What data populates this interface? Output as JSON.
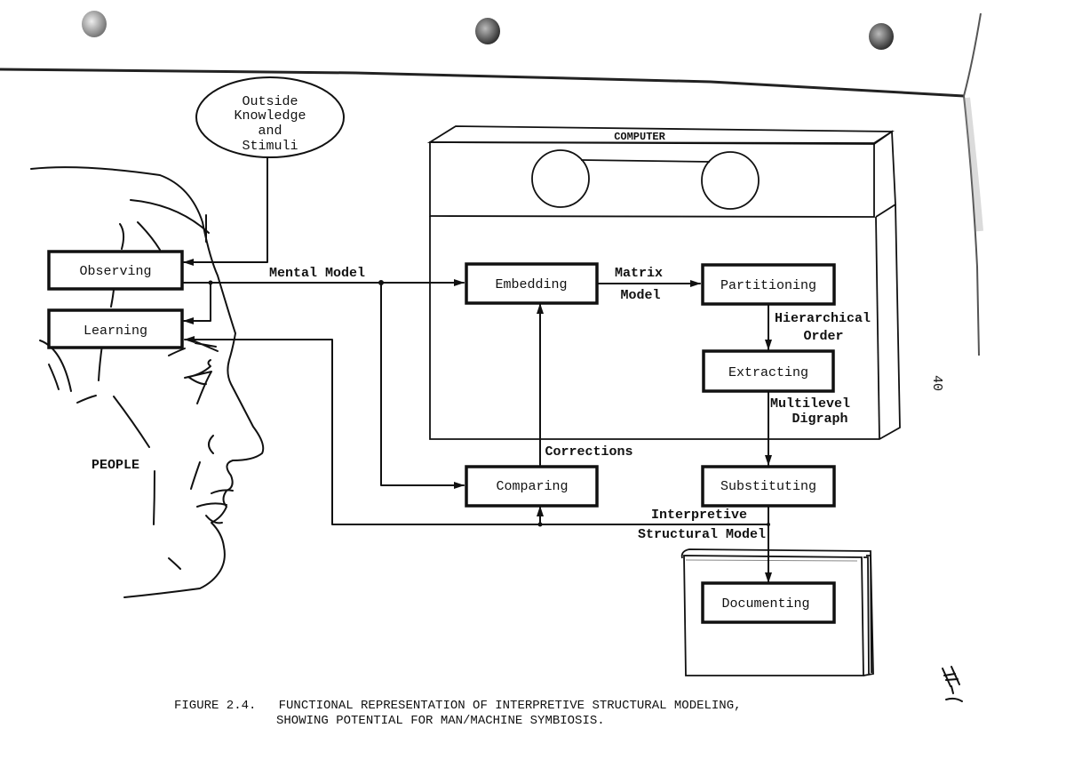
{
  "figure": {
    "caption_line1": "FIGURE 2.4.   FUNCTIONAL REPRESENTATION OF INTERPRETIVE STRUCTURAL MODELING,",
    "caption_line2": "SHOWING POTENTIAL FOR MAN/MACHINE SYMBIOSIS.",
    "page_number": "40",
    "handwritten_mark": "II-1"
  },
  "people": {
    "label": "PEOPLE",
    "boxes": {
      "observing": "Observing",
      "learning": "Learning"
    }
  },
  "outside": {
    "line1": "Outside",
    "line2": "Knowledge",
    "line3": "and",
    "line4": "Stimuli"
  },
  "computer": {
    "label": "COMPUTER",
    "boxes": {
      "embedding": "Embedding",
      "partitioning": "Partitioning",
      "extracting": "Extracting"
    }
  },
  "process": {
    "comparing": "Comparing",
    "substituting": "Substituting",
    "documenting": "Documenting"
  },
  "edges": {
    "mental_model": "Mental Model",
    "matrix_model_1": "Matrix",
    "matrix_model_2": "Model",
    "hierarchical_1": "Hierarchical",
    "hierarchical_2": "Order",
    "multilevel_1": "Multilevel",
    "multilevel_2": "Digraph",
    "corrections": "Corrections",
    "ism_1": "Interpretive",
    "ism_2": "Structural Model"
  }
}
